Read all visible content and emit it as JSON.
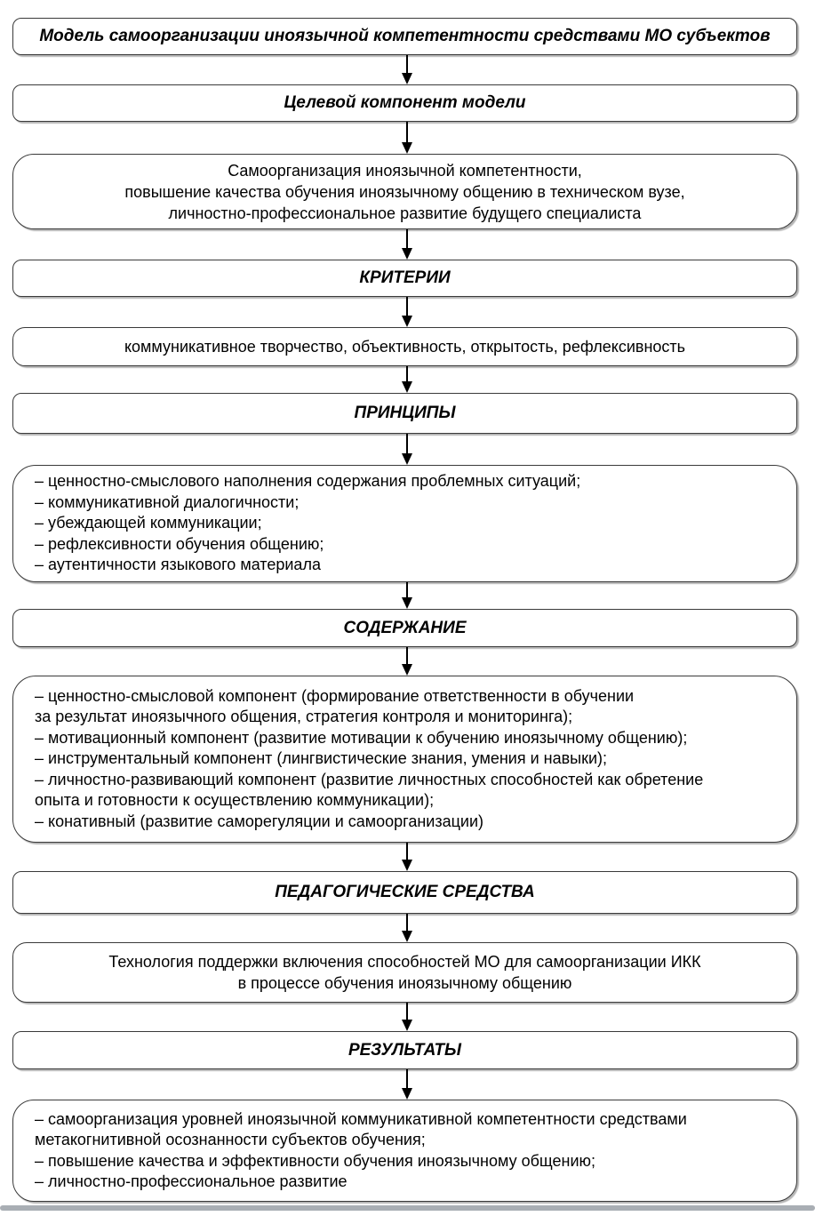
{
  "diagram": {
    "language": "ru",
    "colors": {
      "background": "#ffffff",
      "box_fill": "#ffffff",
      "box_border": "#3a3a3a",
      "text": "#000000",
      "arrow": "#000000",
      "bottom_bar": "#a9aeb4"
    },
    "boxes": [
      {
        "id": "model-title",
        "style": "header",
        "text": "Модель самоорганизации иноязычной компетентности средствами МО субъектов"
      },
      {
        "id": "target-component",
        "style": "header",
        "text": "Целевой компонент модели"
      },
      {
        "id": "goals",
        "style": "body-centered",
        "text": "Самоорганизация иноязычной компетентности,\nповышение качества обучения иноязычному общению в техническом вузе,\nличностно-профессиональное развитие будущего специалиста"
      },
      {
        "id": "criteria-header",
        "style": "header",
        "text": "КРИТЕРИИ"
      },
      {
        "id": "criteria-list",
        "style": "body-centered",
        "text": "коммуникативное творчество, объективность, открытость, рефлексивность"
      },
      {
        "id": "principles-header",
        "style": "header",
        "text": "ПРИНЦИПЫ"
      },
      {
        "id": "principles-list",
        "style": "body-list",
        "text": "– ценностно-смыслового наполнения содержания проблемных ситуаций;\n– коммуникативной диалогичности;\n– убеждающей коммуникации;\n– рефлексивности обучения общению;\n– аутентичности языкового материала"
      },
      {
        "id": "content-header",
        "style": "header",
        "text": "СОДЕРЖАНИЕ"
      },
      {
        "id": "content-list",
        "style": "body-list",
        "text": "– ценностно-смысловой компонент (формирование ответственности в обучении\nза результат иноязычного общения, стратегия контроля и мониторинга);\n– мотивационный компонент (развитие мотивации к обучению иноязычному общению);\n– инструментальный компонент (лингвистические знания, умения и навыки);\n– личностно-развивающий компонент (развитие личностных способностей как обретение\nопыта и готовности к осуществлению коммуникации);\n– конативный (развитие саморегуляции и самоорганизации)"
      },
      {
        "id": "pedagogical-tools-header",
        "style": "header",
        "text": "ПЕДАГОГИЧЕСКИЕ СРЕДСТВА"
      },
      {
        "id": "technology",
        "style": "body-centered",
        "text": "Технология поддержки включения способностей МО для самоорганизации ИКК\nв процессе обучения иноязычному общению"
      },
      {
        "id": "results-header",
        "style": "header",
        "text": "РЕЗУЛЬТАТЫ"
      },
      {
        "id": "results-list",
        "style": "body-list",
        "text": "– самоорганизация уровней иноязычной коммуникативной компетентности средствами\nметакогнитивной осознанности субъектов обучения;\n– повышение качества и эффективности обучения иноязычному общению;\n– личностно-профессиональное развитие"
      }
    ]
  }
}
